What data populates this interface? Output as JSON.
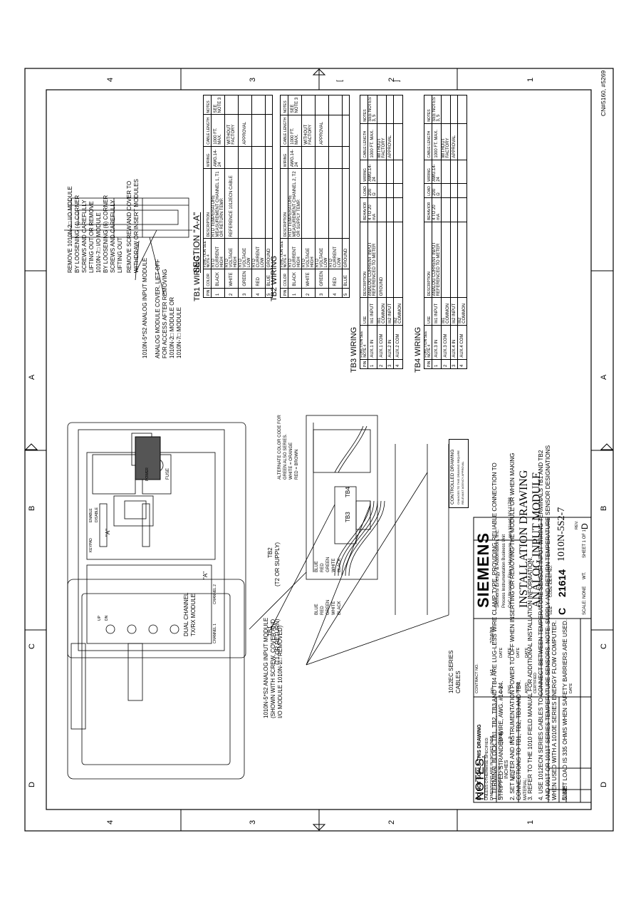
{
  "borders": {
    "zone_letters": [
      "D",
      "C",
      "B",
      "A"
    ],
    "zone_numbers": [
      "4",
      "3",
      "2",
      "1"
    ]
  },
  "header_ref": "CN#5160, #5269",
  "notes": {
    "title": "NOTES:",
    "items": [
      "1.  TERMINAL BLOCK TB1, TB2, TB3 AND TB4 ARE LUG-LESS WIRE CLAMP TYPE, PROVIDING RELIABLE CONNECTION TO STRIPPED STRANDED WIRE, AWG. #14-24.",
      "2.  SET METER AND INSTRUMENTATION POWER TO OFF WHEN INSERTING OR REMOVING THE MODULE OR WHEN MAKING CONNECTIONS TO TB1, TB2, TB3 AND TB4.",
      "3.  REFER TO THE 1010 FIELD MANUAL FOR ADDITIONAL INSTALLATION INFORMATION.",
      "4.  USE 1012ECN SERIES CABLES TO CONNECT BETWEEN TEMPERATURE SENSOR INPUT WIRING TERMINALS TB1 AND TB2 AND 991T OR 1011T SERIES TEMPERATURE SENSORS. NOTE: SUPPLY AND RETURN TEMPERATURE SENSOR DESIGNATIONS WHEN USED WITH A 1010E SERIES ENERGY FLOW COMPUTER.",
      "5.  NET LOAD IS 335 OHMS WHEN SAFETY BARRIERS ARE USED."
    ]
  },
  "callouts": {
    "remove_io": [
      "REMOVE 1010N-2□ I/O MODULE",
      "BY LOOSENING (4) CORNER",
      "SCREWS AND CAREFULLY",
      "LIFTING OUT OR REMOVE",
      "1010N-7□ I/O MODULE",
      "BY LOOSENING (6) CORNER",
      "SCREWS AND CAREFULLY",
      "LIFTING OUT"
    ],
    "remove_screw": [
      "REMOVE SCREW AND COVER TO",
      "WITHDRAW OR INSERT MODULES"
    ],
    "analog_module": "1010N-5*S2 ANALOG INPUT MODULE",
    "analog_cover": [
      "ANALOG MODULE COVER, LIFT OFF",
      "FOR ACCESS AFTER REMOVING",
      "1010N-2□  MODULE   OR",
      "1010N-7□  MODULE"
    ],
    "section": "SECTION  \"A-A\"",
    "shown_with": [
      "1010N-5*S2 ANALOG INPUT MODULE",
      "(SHOWN WITH SCREW, COVER AND",
      "I/O MODULE 1010N-2□ REMOVED)"
    ],
    "tb1_label": "TB1",
    "tb1_sub": "(T1 OR RETURN)",
    "tb2_label": "TB2",
    "tb2_sub": "(T2 OR SUPPLY)",
    "cables": [
      "1012EC SERIES",
      "CABLES"
    ],
    "dual_channel": [
      "DUAL CHANNEL",
      "TX/RX MODULE"
    ],
    "alt_color": [
      "ALTERNATE COLOR CODE FOR",
      "GREEN ALSO SERIES.",
      "WHITE = ORANGE",
      "RED = BROWN"
    ],
    "controlled": [
      "CONTROLLED DRAWING",
      "CHANGES TO THIS DRAWING REQUIRE",
      "RELEVANT AGENCY APPROVAL"
    ]
  },
  "wire_colors": [
    "BLUE",
    "RED",
    "GREEN",
    "WHITE",
    "BLACK"
  ],
  "tables": {
    "tb1": {
      "title": "TB1  WIRING",
      "headers": [
        "PIN",
        "COLOR",
        "FUNCTION SEE NOTE 4",
        "DESCRIPTION",
        "WIRING",
        "CABLE LENGTH",
        "NOTES"
      ],
      "rows": [
        [
          "1",
          "BLACK",
          "RTD CURRENT HIGH",
          "RTD TEMPERATURE MEASUREMENT CHANNEL 1, T1 OR RETURN TEMP.",
          "AWG.14-24",
          "1000 FT. MAX.",
          "SEE NOTE 3"
        ],
        [
          "2",
          "WHITE",
          "RTD VOLTAGE HIGH",
          "REFERENCE 1012ECN CABLE",
          "",
          "WITHOUT FACTORY",
          ""
        ],
        [
          "3",
          "GREEN",
          "RTD VOLTAGE LOW",
          "",
          "",
          "APPROVAL",
          ""
        ],
        [
          "4",
          "RED",
          "RTD CURRENT LOW",
          "",
          "",
          "",
          ""
        ],
        [
          "5",
          "BLUE",
          "GROUND",
          "",
          "",
          "",
          ""
        ]
      ]
    },
    "tb2": {
      "title": "TB2  WIRING",
      "headers": [
        "PIN",
        "COLOR",
        "FUNCTION SEE NOTE 4",
        "DESCRIPTION",
        "WIRING",
        "CABLE LENGTH",
        "NOTES"
      ],
      "rows": [
        [
          "1",
          "BLACK",
          "RTD CURRENT HIGH",
          "RTD TEMPERATURE MEASUREMENT CHANNEL 2, T2 OR SUPPLY TEMP.",
          "AWG.14-24",
          "1000 FT. MAX.",
          "SEE NOTE 3"
        ],
        [
          "2",
          "WHITE",
          "RTD VOLTAGE HIGH",
          "",
          "",
          "WITHOUT FACTORY",
          ""
        ],
        [
          "3",
          "GREEN",
          "RTD VOLTAGE LOW",
          "",
          "",
          "APPROVAL",
          ""
        ],
        [
          "4",
          "RED",
          "RTD CURRENT LOW",
          "",
          "",
          "",
          ""
        ],
        [
          "5",
          "BLUE",
          "GROUND",
          "",
          "",
          "",
          ""
        ]
      ]
    },
    "tb3": {
      "title": "TB3  WIRING",
      "headers": [
        "PIN",
        "FUNCTION SEE NOTE 4",
        "USE",
        "DESCRIPTION",
        "BEHAVIOR",
        "LOAD",
        "WIRING",
        "CABLE LENGTH",
        "NOTES"
      ],
      "rows": [
        [
          "1",
          "AUX.1 IN",
          "In1 INPUT",
          "ANALOG CURRENT INPUT REFERENCED TO METER",
          "4 TO 20 mA",
          "200 Ω",
          "AWG.14-24",
          "1000 FT. MAX.",
          "SEE NOTES 3, 5"
        ],
        [
          "2",
          "AUX.1 COM",
          "In1 COMMON",
          "GROUND",
          "",
          "",
          "",
          "WITHOUT FACTORY",
          ""
        ],
        [
          "3",
          "AUX.2 IN",
          "In2 INPUT",
          "",
          "",
          "",
          "",
          "APPROVAL",
          ""
        ],
        [
          "4",
          "AUX.2 COM",
          "In2 COMMON",
          "",
          "",
          "",
          "",
          "",
          ""
        ]
      ]
    },
    "tb4": {
      "title": "TB4  WIRING",
      "headers": [
        "PIN",
        "FUNCTION SEE NOTE 4",
        "USE",
        "DESCRIPTION",
        "BEHAVIOR",
        "LOAD",
        "WIRING",
        "CABLE LENGTH",
        "NOTES"
      ],
      "rows": [
        [
          "1",
          "AUX.3 IN",
          "In1 INPUT",
          "ANALOG CURRENT INPUT REFERENCED TO METER",
          "4 TO 20 mA",
          "200 Ω",
          "AWG.14-24",
          "1000 FT. MAX.",
          "SEE NOTES 3, 5"
        ],
        [
          "2",
          "AUX.3 COM",
          "In1 COMMON",
          "",
          "",
          "",
          "",
          "WITHOUT FACTORY",
          ""
        ],
        [
          "3",
          "AUX.4 IN",
          "In2 INPUT",
          "",
          "",
          "",
          "",
          "APPROVAL",
          ""
        ],
        [
          "4",
          "AUX.4 COM",
          "In2 COMMON",
          "",
          "",
          "",
          "",
          "",
          ""
        ]
      ]
    }
  },
  "title_block": {
    "do_not_scale": "DO NOT SCALE THIS DRAWING",
    "tolerances": [
      "UNLESS OTHERWISE SPECIFIED:",
      "DIMENSIONS ARE IN INCHES [MM]",
      "TOLERANCES ON:-"
    ],
    "tol_heads": [
      "INCHES",
      "[MM]"
    ],
    "tol_vals": [
      "± .1",
      "± 2"
    ],
    "material": "MATERIAL:",
    "finish": "FINISH:",
    "contract": "CONTRACT NO.",
    "roles": [
      "DR",
      "CHK",
      "ENG",
      "PROD",
      "APPD",
      "CERTIFIED"
    ],
    "dr_name": "HJ",
    "dr_date": "7/16/98",
    "date_label": "DATE",
    "company": "SIEMENS",
    "company_lines": [
      "Siemens Energy & Automation, Inc.",
      "Process Instrumentation Business Unit",
      "CoC Ultrasonic Flow • Hauppauge, Long Island, NY 11788"
    ],
    "title1": "INSTALLATION DRAWING",
    "title2": "ANALOG INPUT MODULE",
    "size_label": "SIZE",
    "size": "C",
    "code_label": "CODE IDENT NO.",
    "code": "21614",
    "dwg_no": "1010N-5S2-7",
    "rev_label": "REV.",
    "rev": "D",
    "scale": "SCALE: NONE",
    "wt": "WT.",
    "sheet": "SHEET  1  OF  1"
  },
  "module_labels": {
    "keypad": "KEYPAD",
    "enable": "ENABLE",
    "disable": "DISABLE",
    "a_mark": "\"A\"",
    "fuse": "FUSE",
    "power": "POWER",
    "up": "UP",
    "dn": "DN",
    "channel1": "CHANNEL 1",
    "channel2": "CHANNEL 2",
    "tb3": "TB3",
    "tb4": "TB4"
  }
}
